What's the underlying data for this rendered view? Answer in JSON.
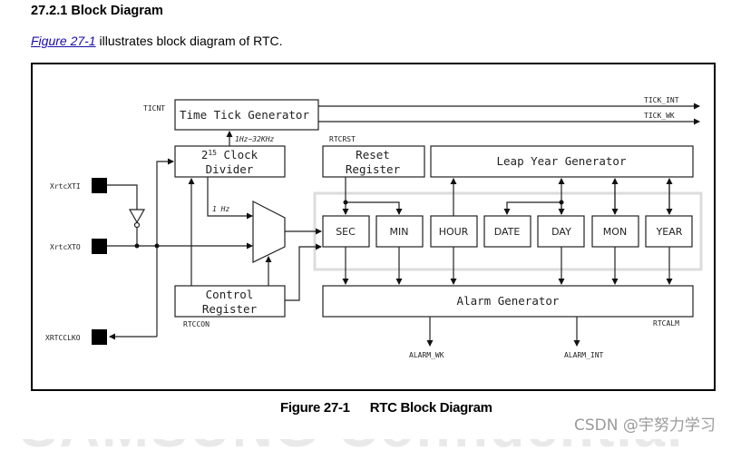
{
  "section": {
    "heading": "27.2.1 Block Diagram",
    "intro_link": "Figure 27-1",
    "intro_text": " illustrates block diagram of RTC."
  },
  "diagram": {
    "pins": {
      "xti": "XrtcXTI",
      "xto": "XrtcXTO",
      "clko": "XRTCCLKO"
    },
    "registers": {
      "ticnt": "TICNT",
      "rtcrst": "RTCRST",
      "rtccon": "RTCCON",
      "rtcalm": "RTCALM"
    },
    "blocks": {
      "time_tick": "Time Tick Generator",
      "divider_line1_base": "2",
      "divider_line1_exp": "15",
      "divider_line1_rest": " Clock",
      "divider_line2": "Divider",
      "reset_line1": "Reset",
      "reset_line2": "Register",
      "leap_year": "Leap Year Generator",
      "control_line1": "Control",
      "control_line2": "Register",
      "alarm": "Alarm Generator"
    },
    "counters": [
      "SEC",
      "MIN",
      "HOUR",
      "DATE",
      "DAY",
      "MON",
      "YEAR"
    ],
    "signals": {
      "freq_range": "1Hz~32KHz",
      "one_hz": "1 Hz",
      "tick_int": "TICK_INT",
      "tick_wk": "TICK_WK",
      "alarm_wk": "ALARM_WK",
      "alarm_int": "ALARM_INT"
    }
  },
  "caption": {
    "number": "Figure 27-1",
    "title": "RTC Block Diagram"
  },
  "watermark": "SAMSUNG Confidential",
  "credit": "CSDN @宇努力学习"
}
